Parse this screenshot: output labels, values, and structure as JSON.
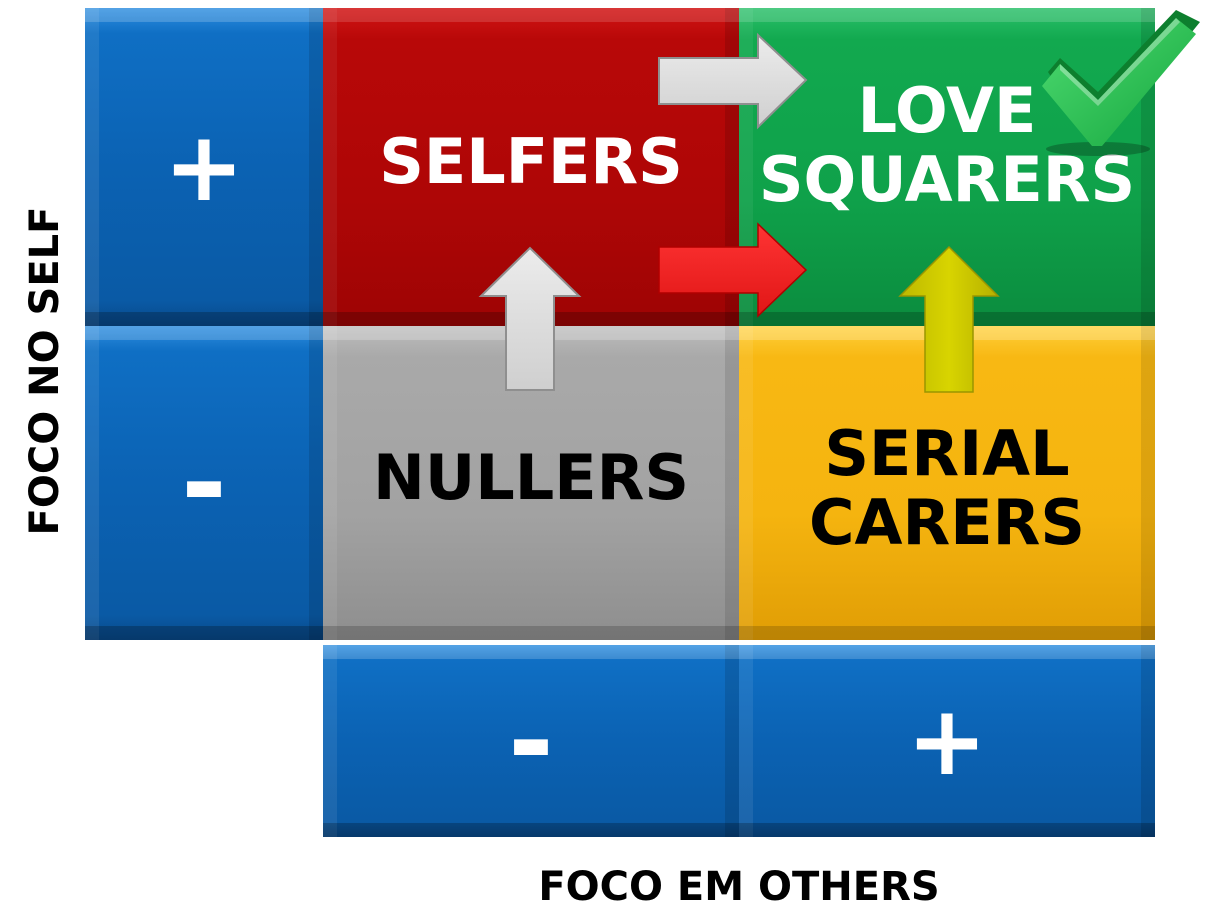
{
  "y_axis": {
    "title": "FOCO NO SELF",
    "high_sign": "+",
    "low_sign": "-"
  },
  "x_axis": {
    "title": "FOCO EM OTHERS",
    "low_sign": "-",
    "high_sign": "+"
  },
  "quadrants": {
    "top_left": {
      "label": "SELFERS",
      "color": "#b30808"
    },
    "top_right": {
      "label_line1": "LOVE",
      "label_line2": "SQUARERS",
      "color": "#12a54d"
    },
    "bottom_left": {
      "label": "NULLERS",
      "color": "#a6a6a6"
    },
    "bottom_right": {
      "label_line1": "SERIAL",
      "label_line2": "CARERS",
      "color": "#f7b511"
    }
  },
  "icons": {
    "target_marker": "checkmark-icon"
  },
  "colors": {
    "axis_blue": "#0b64b5",
    "arrow_grey": "#d9d9d9",
    "arrow_red": "#ee2222",
    "arrow_olive": "#c8c400",
    "check_green": "#1fb54a"
  }
}
